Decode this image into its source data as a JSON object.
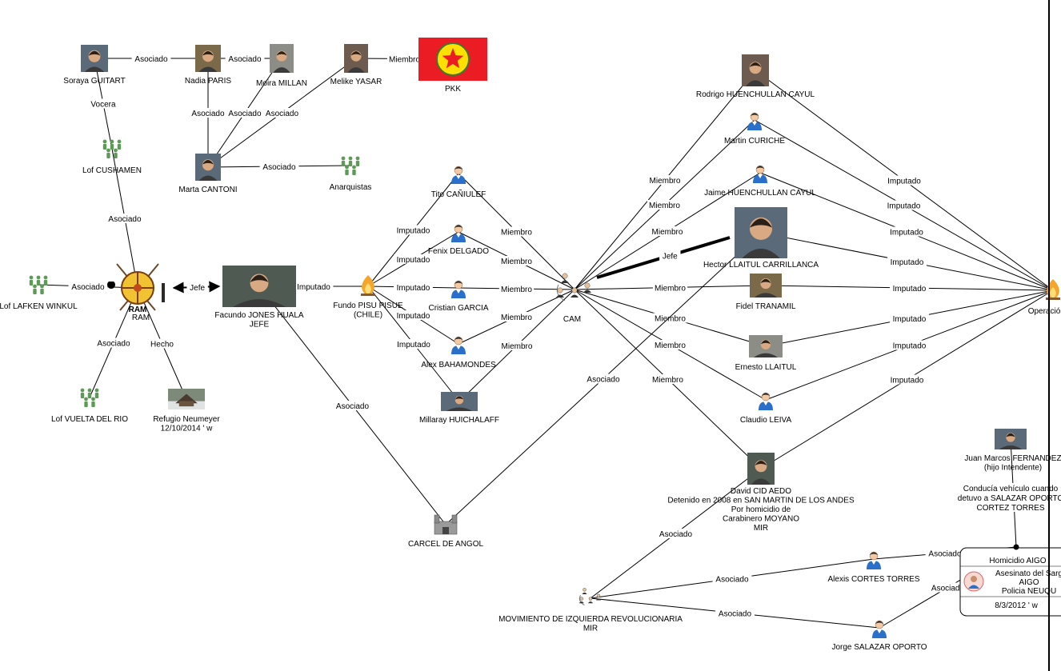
{
  "diagram": {
    "nodes": [
      {
        "id": "soraya",
        "icon": "person-photo",
        "lines": [
          "Soraya GUITART"
        ]
      },
      {
        "id": "nadia",
        "icon": "person-photo",
        "lines": [
          "Nadia PARIS"
        ]
      },
      {
        "id": "moira",
        "icon": "person-photo",
        "lines": [
          "Moira MILLAN"
        ]
      },
      {
        "id": "melike",
        "icon": "person-photo",
        "lines": [
          "Melike YASAR"
        ]
      },
      {
        "id": "pkk",
        "icon": "pkk-flag",
        "lines": [
          "PKK"
        ]
      },
      {
        "id": "cushamen",
        "icon": "group-icon",
        "lines": [
          "Lof CUSHAMEN"
        ]
      },
      {
        "id": "marta",
        "icon": "person-photo",
        "lines": [
          "Marta CANTONI"
        ]
      },
      {
        "id": "anarquistas",
        "icon": "group-icon",
        "lines": [
          "Anarquistas"
        ]
      },
      {
        "id": "lafken",
        "icon": "group-icon",
        "lines": [
          "Lof LAFKEN WINKUL"
        ]
      },
      {
        "id": "ram",
        "icon": "ram-emblem",
        "lines": [
          "RAM"
        ],
        "emblem_text": "RAM"
      },
      {
        "id": "facundo",
        "icon": "person-photo",
        "lines": [
          "Facundo JONES HUALA",
          "JEFE"
        ]
      },
      {
        "id": "fundo",
        "icon": "fire-icon",
        "lines": [
          "Fundo PISU PISUE",
          "(CHILE)"
        ]
      },
      {
        "id": "vuelta",
        "icon": "group-icon",
        "lines": [
          "Lof VUELTA DEL RIO"
        ]
      },
      {
        "id": "refugio",
        "icon": "place-photo",
        "lines": [
          "Refugio Neumeyer",
          "12/10/2014 ' w"
        ]
      },
      {
        "id": "tito",
        "icon": "person-icon",
        "lines": [
          "Tito CAÑIULEF"
        ]
      },
      {
        "id": "fenix",
        "icon": "person-icon",
        "lines": [
          "Fenix DELGADO"
        ]
      },
      {
        "id": "cristian",
        "icon": "person-icon",
        "lines": [
          "Cristian GARCIA"
        ]
      },
      {
        "id": "alex",
        "icon": "person-icon",
        "lines": [
          "Alex BAHAMONDES"
        ]
      },
      {
        "id": "millaray",
        "icon": "person-photo",
        "lines": [
          "Millaray HUICHALAFF"
        ]
      },
      {
        "id": "cam",
        "icon": "organization-icon",
        "lines": [
          "CAM"
        ]
      },
      {
        "id": "carcel",
        "icon": "prison-icon",
        "lines": [
          "CARCEL DE ANGOL"
        ]
      },
      {
        "id": "rodrigo",
        "icon": "person-photo",
        "lines": [
          "Rodrigo HUENCHULLAN CAYUL"
        ]
      },
      {
        "id": "martin",
        "icon": "person-icon",
        "lines": [
          "Martin CURICHE"
        ]
      },
      {
        "id": "jaime",
        "icon": "person-icon",
        "lines": [
          "Jaime HUENCHULLAN CAYUL"
        ]
      },
      {
        "id": "hector",
        "icon": "person-photo",
        "lines": [
          "Hector LLAITUL CARRILLANCA"
        ]
      },
      {
        "id": "fidel",
        "icon": "person-photo",
        "lines": [
          "Fidel TRANAMIL"
        ]
      },
      {
        "id": "ernesto",
        "icon": "person-photo",
        "lines": [
          "Ernesto LLAITUL"
        ]
      },
      {
        "id": "claudio",
        "icon": "person-icon",
        "lines": [
          "Claudio LEIVA"
        ]
      },
      {
        "id": "david",
        "icon": "person-photo",
        "lines": [
          "David CID AEDO",
          "Detenido en 2008 en SAN MARTIN DE LOS ANDES",
          "Por homicidio de",
          "Carabinero MOYANO",
          "MIR"
        ]
      },
      {
        "id": "operacion",
        "icon": "fire-icon",
        "lines": [
          "Operació"
        ]
      },
      {
        "id": "juan",
        "icon": "person-photo",
        "lines": [
          "Juan Marcos FERNANDEZ",
          "(hijo Intendente)"
        ]
      },
      {
        "id": "mir",
        "icon": "organization-icon",
        "lines": [
          "MOVIMIENTO DE IZQUIERDA REVOLUCIONARIA",
          "MIR"
        ]
      },
      {
        "id": "alexis",
        "icon": "person-icon",
        "lines": [
          "Alexis CORTES TORRES"
        ]
      },
      {
        "id": "jorge",
        "icon": "person-icon",
        "lines": [
          "Jorge SALAZAR OPORTO"
        ]
      }
    ],
    "edges": [
      {
        "from": "soraya",
        "to": "nadia",
        "label": "Asociado"
      },
      {
        "from": "nadia",
        "to": "moira",
        "label": "Asociado"
      },
      {
        "from": "melike",
        "to": "pkk",
        "label": "Miembro"
      },
      {
        "from": "soraya",
        "to": "cushamen",
        "label": "Vocera"
      },
      {
        "from": "nadia",
        "to": "marta",
        "label": "Asociado"
      },
      {
        "from": "moira",
        "to": "marta",
        "label": "Asociado"
      },
      {
        "from": "melike",
        "to": "marta",
        "label": "Asociado"
      },
      {
        "from": "marta",
        "to": "anarquistas",
        "label": "Asociado"
      },
      {
        "from": "cushamen",
        "to": "ram",
        "label": "Asociado"
      },
      {
        "from": "lafken",
        "to": "ram",
        "label": "Asociado"
      },
      {
        "from": "ram",
        "to": "facundo",
        "label": "Jefe"
      },
      {
        "from": "ram",
        "to": "vuelta",
        "label": "Asociado"
      },
      {
        "from": "ram",
        "to": "refugio",
        "label": "Hecho"
      },
      {
        "from": "facundo",
        "to": "fundo",
        "label": "Imputado"
      },
      {
        "from": "facundo",
        "to": "carcel",
        "label": "Asociado"
      },
      {
        "from": "fundo",
        "to": "tito",
        "label": "Imputado"
      },
      {
        "from": "fundo",
        "to": "fenix",
        "label": "Imputado"
      },
      {
        "from": "fundo",
        "to": "cristian",
        "label": "Imputado"
      },
      {
        "from": "fundo",
        "to": "alex",
        "label": "Imputado"
      },
      {
        "from": "fundo",
        "to": "millaray",
        "label": "Imputado"
      },
      {
        "from": "tito",
        "to": "cam",
        "label": "Miembro"
      },
      {
        "from": "fenix",
        "to": "cam",
        "label": "Miembro"
      },
      {
        "from": "cristian",
        "to": "cam",
        "label": "Miembro"
      },
      {
        "from": "alex",
        "to": "cam",
        "label": "Miembro"
      },
      {
        "from": "millaray",
        "to": "cam",
        "label": "Miembro"
      },
      {
        "from": "cam",
        "to": "rodrigo",
        "label": "Miembro"
      },
      {
        "from": "cam",
        "to": "martin",
        "label": "Miembro"
      },
      {
        "from": "cam",
        "to": "jaime",
        "label": "Miembro"
      },
      {
        "from": "cam",
        "to": "hector",
        "label": "Jefe",
        "thick": true
      },
      {
        "from": "cam",
        "to": "fidel",
        "label": "Miembro"
      },
      {
        "from": "cam",
        "to": "ernesto",
        "label": "Miembro"
      },
      {
        "from": "cam",
        "to": "claudio",
        "label": "Miembro"
      },
      {
        "from": "cam",
        "to": "david",
        "label": "Miembro"
      },
      {
        "from": "hector",
        "to": "carcel",
        "label": "Asociado"
      },
      {
        "from": "rodrigo",
        "to": "operacion",
        "label": "Imputado"
      },
      {
        "from": "martin",
        "to": "operacion",
        "label": "Imputado"
      },
      {
        "from": "jaime",
        "to": "operacion",
        "label": "Imputado"
      },
      {
        "from": "hector",
        "to": "operacion",
        "label": "Imputado"
      },
      {
        "from": "fidel",
        "to": "operacion",
        "label": "Imputado"
      },
      {
        "from": "ernesto",
        "to": "operacion",
        "label": "Imputado"
      },
      {
        "from": "claudio",
        "to": "operacion",
        "label": "Imputado"
      },
      {
        "from": "david",
        "to": "operacion",
        "label": "Imputado"
      },
      {
        "from": "david",
        "to": "mir",
        "label": "Asociado"
      },
      {
        "from": "mir",
        "to": "alexis",
        "label": "Asociado"
      },
      {
        "from": "mir",
        "to": "jorge",
        "label": "Asociado"
      },
      {
        "from": "alexis",
        "to": "homicidio",
        "label": "Asociado"
      },
      {
        "from": "jorge",
        "to": "homicidio",
        "label": "Asociado"
      },
      {
        "from": "juan",
        "to": "homicidio",
        "label": "Conducía vehículo cuando\ndetuvo a SALAZAR OPORTO\nCORTEZ TORRES"
      }
    ],
    "event_box": {
      "title": "Homicidio AIGO",
      "subtitle_lines": [
        "Asesinato del Sarg",
        "AIGO",
        "Policia NEUQU"
      ],
      "date": "8/3/2012 ' w",
      "icon": "avatar-icon"
    },
    "colors": {
      "line": "#000000",
      "person_blue": "#2a6fc9",
      "group_green": "#5e9a57",
      "pkk_red": "#ec1c24",
      "pkk_yellow": "#ffe000"
    }
  }
}
